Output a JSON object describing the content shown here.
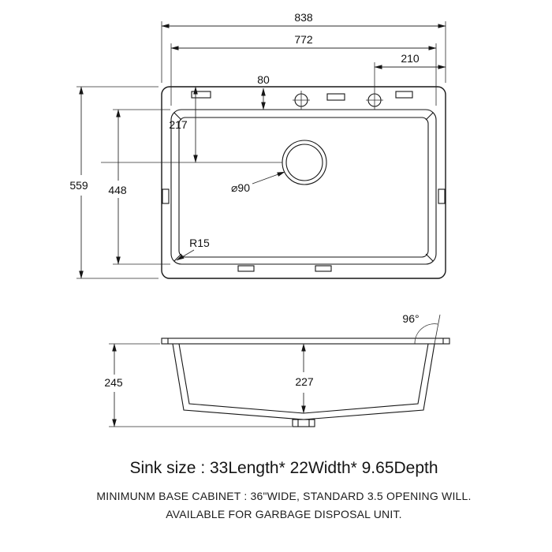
{
  "drawing": {
    "top_view": {
      "dim_overall_width": "838",
      "dim_inner_width": "772",
      "dim_faucet_offset": "210",
      "dim_faucet_setback": "80",
      "dim_drain_from_top": "217",
      "dim_overall_depth": "559",
      "dim_basin_length": "448",
      "dim_drain_diameter": "⌀90",
      "dim_corner_radius": "R15"
    },
    "section_view": {
      "dim_wall_angle": "96°",
      "dim_overall_height": "245",
      "dim_bowl_depth": "227"
    }
  },
  "caption": {
    "sink_size": "Sink size :  33Length* 22Width* 9.65Depth",
    "note_line1": "MINIMUNM BASE CABINET : 36\"WIDE,   STANDARD 3.5 OPENING WILL.",
    "note_line2": "AVAILABLE FOR GARBAGE DISPOSAL UNIT."
  }
}
